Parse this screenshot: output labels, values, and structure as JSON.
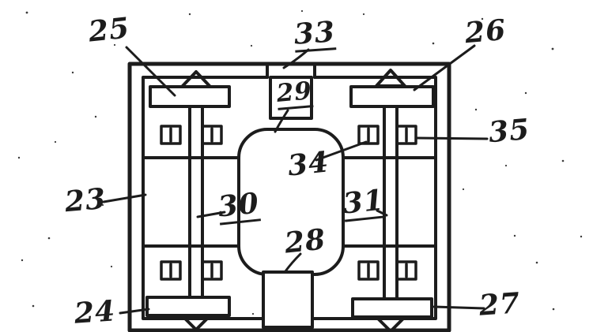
{
  "figure": {
    "kind": "patent-line-drawing",
    "colors": {
      "ink": "#1c1c1c",
      "paper": "#ffffff"
    },
    "labels": {
      "n23": "23",
      "n24": "24",
      "n25": "25",
      "n26": "26",
      "n27": "27",
      "n28": "28",
      "n29": "29",
      "n30": "30",
      "n31": "31",
      "n33": "33",
      "n34": "34",
      "n35": "35"
    }
  }
}
